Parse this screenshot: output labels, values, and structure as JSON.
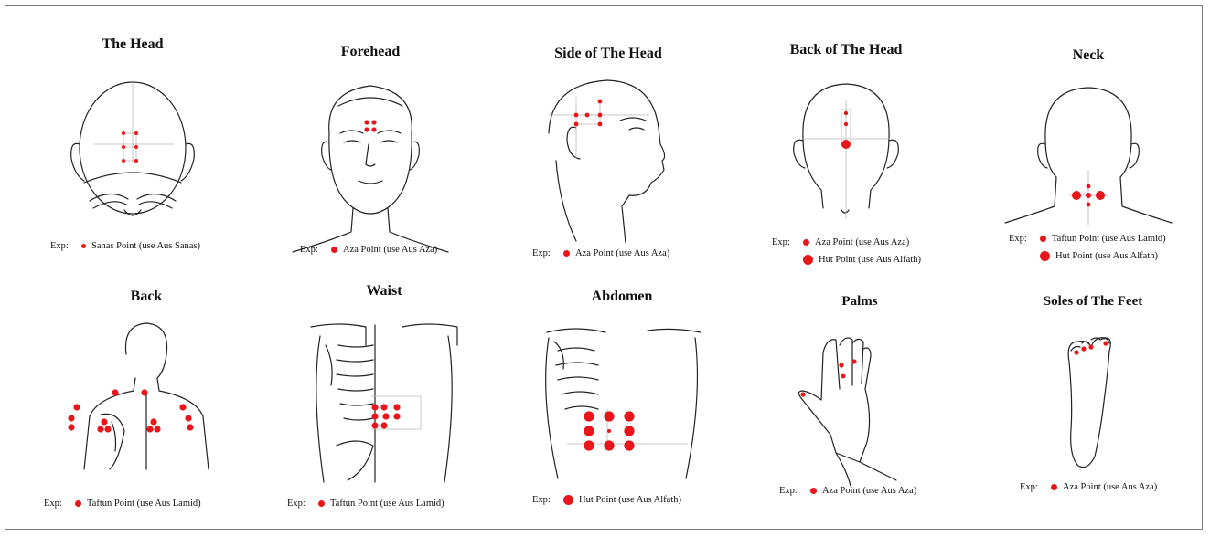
{
  "accent": "#e8161b",
  "panels": {
    "head": {
      "title": "The Head",
      "legend": [
        {
          "exp": "Exp:",
          "text": "Sanas Point (use Aus Sanas)",
          "dot": "small"
        }
      ]
    },
    "forehead": {
      "title": "Forehead",
      "legend": [
        {
          "exp": "Exp:",
          "text": "Aza Point (use Aus Aza)",
          "dot": "medium"
        }
      ]
    },
    "side_head": {
      "title": "Side of The Head",
      "legend": [
        {
          "exp": "Exp:",
          "text": "Aza Point (use Aus Aza)",
          "dot": "medium"
        }
      ]
    },
    "back_head": {
      "title": "Back of The Head",
      "legend": [
        {
          "exp": "Exp:",
          "text": "Aza Point (use Aus Aza)",
          "dot": "medium"
        },
        {
          "exp": "",
          "text": "Hut Point (use Aus Alfath)",
          "dot": "large"
        }
      ]
    },
    "neck": {
      "title": "Neck",
      "legend": [
        {
          "exp": "Exp:",
          "text": "Taftun Point (use Aus Lamid)",
          "dot": "medium"
        },
        {
          "exp": "",
          "text": "Hut Point (use Aus Alfath)",
          "dot": "large"
        }
      ]
    },
    "back": {
      "title": "Back",
      "legend": [
        {
          "exp": "Exp:",
          "text": "Taftun Point (use Aus Lamid)",
          "dot": "medium"
        }
      ]
    },
    "waist": {
      "title": "Waist",
      "legend": [
        {
          "exp": "Exp:",
          "text": "Taftun Point (use Aus Lamid)",
          "dot": "medium"
        }
      ]
    },
    "abdomen": {
      "title": "Abdomen",
      "legend": [
        {
          "exp": "Exp:",
          "text": "Hut Point (use Aus Alfath)",
          "dot": "large"
        }
      ]
    },
    "palms": {
      "title": "Palms",
      "legend": [
        {
          "exp": "Exp:",
          "text": "Aza Point (use Aus Aza)",
          "dot": "medium"
        }
      ]
    },
    "soles": {
      "title": "Soles of The Feet",
      "legend": [
        {
          "exp": "Exp:",
          "text": "Aza Point (use Aus Aza)",
          "dot": "medium"
        }
      ]
    }
  }
}
